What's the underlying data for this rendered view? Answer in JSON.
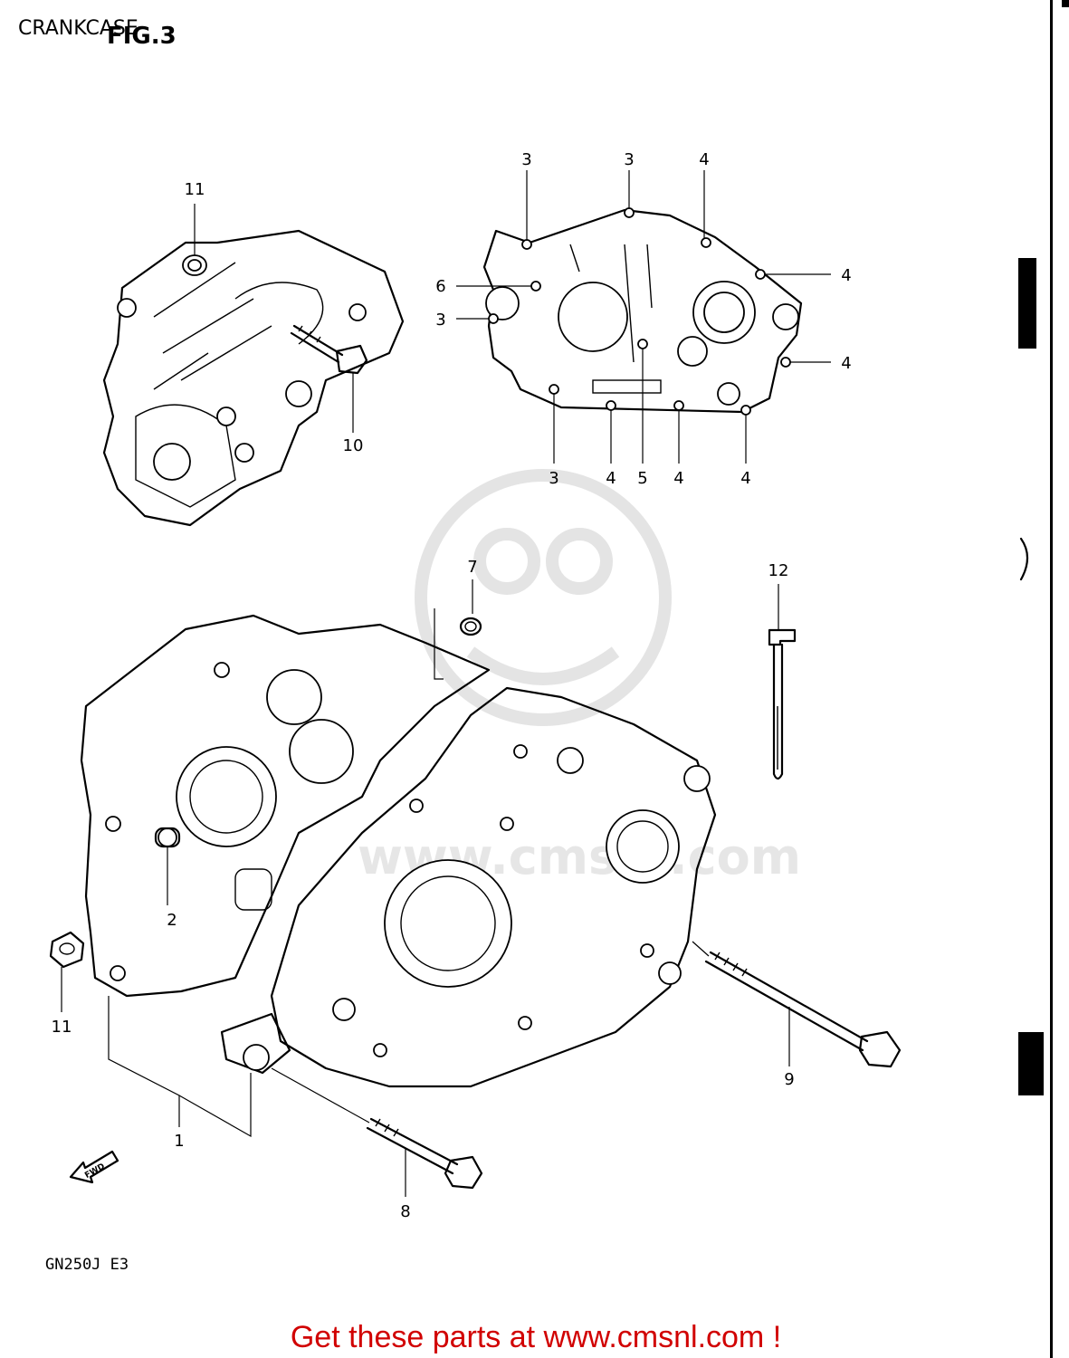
{
  "header": {
    "caption": "CRANKCASE",
    "figure": "FIG.3"
  },
  "model_code": "GN250J  E3",
  "fwd_arrow": {
    "label": "FWD"
  },
  "footer": {
    "link_text": "Get these parts at www.cmsnl.com !",
    "color": "#d10000"
  },
  "watermark": {
    "text": "www.cmsnl.com"
  },
  "callouts": {
    "c1": "1",
    "c2": "2",
    "c3a": "3",
    "c3b": "3",
    "c3c": "3",
    "c3d": "3",
    "c4a": "4",
    "c4b": "4",
    "c4c": "4",
    "c4d": "4",
    "c4e": "4",
    "c4f": "4",
    "c5": "5",
    "c6": "6",
    "c7": "7",
    "c8": "8",
    "c9": "9",
    "c10": "10",
    "c11a": "11",
    "c11b": "11",
    "c12": "12"
  }
}
